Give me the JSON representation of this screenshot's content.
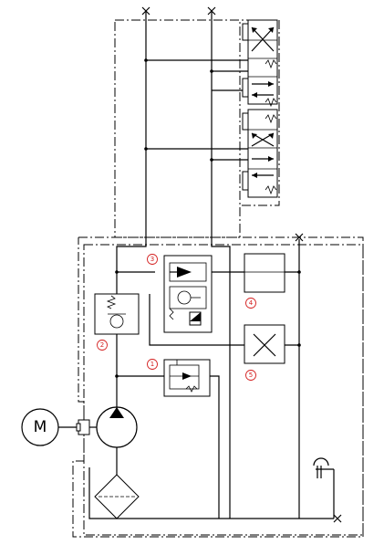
{
  "motor": {
    "label": "M"
  },
  "components": [
    {
      "id": "relief-valve",
      "label": "1"
    },
    {
      "id": "check-valve",
      "label": "2"
    },
    {
      "id": "control-valve",
      "label": "3"
    },
    {
      "id": "box-4",
      "label": "4"
    },
    {
      "id": "box-5",
      "label": "5"
    }
  ],
  "colors": {
    "line": "#000000",
    "callout": "#d42020",
    "background": "#ffffff"
  }
}
